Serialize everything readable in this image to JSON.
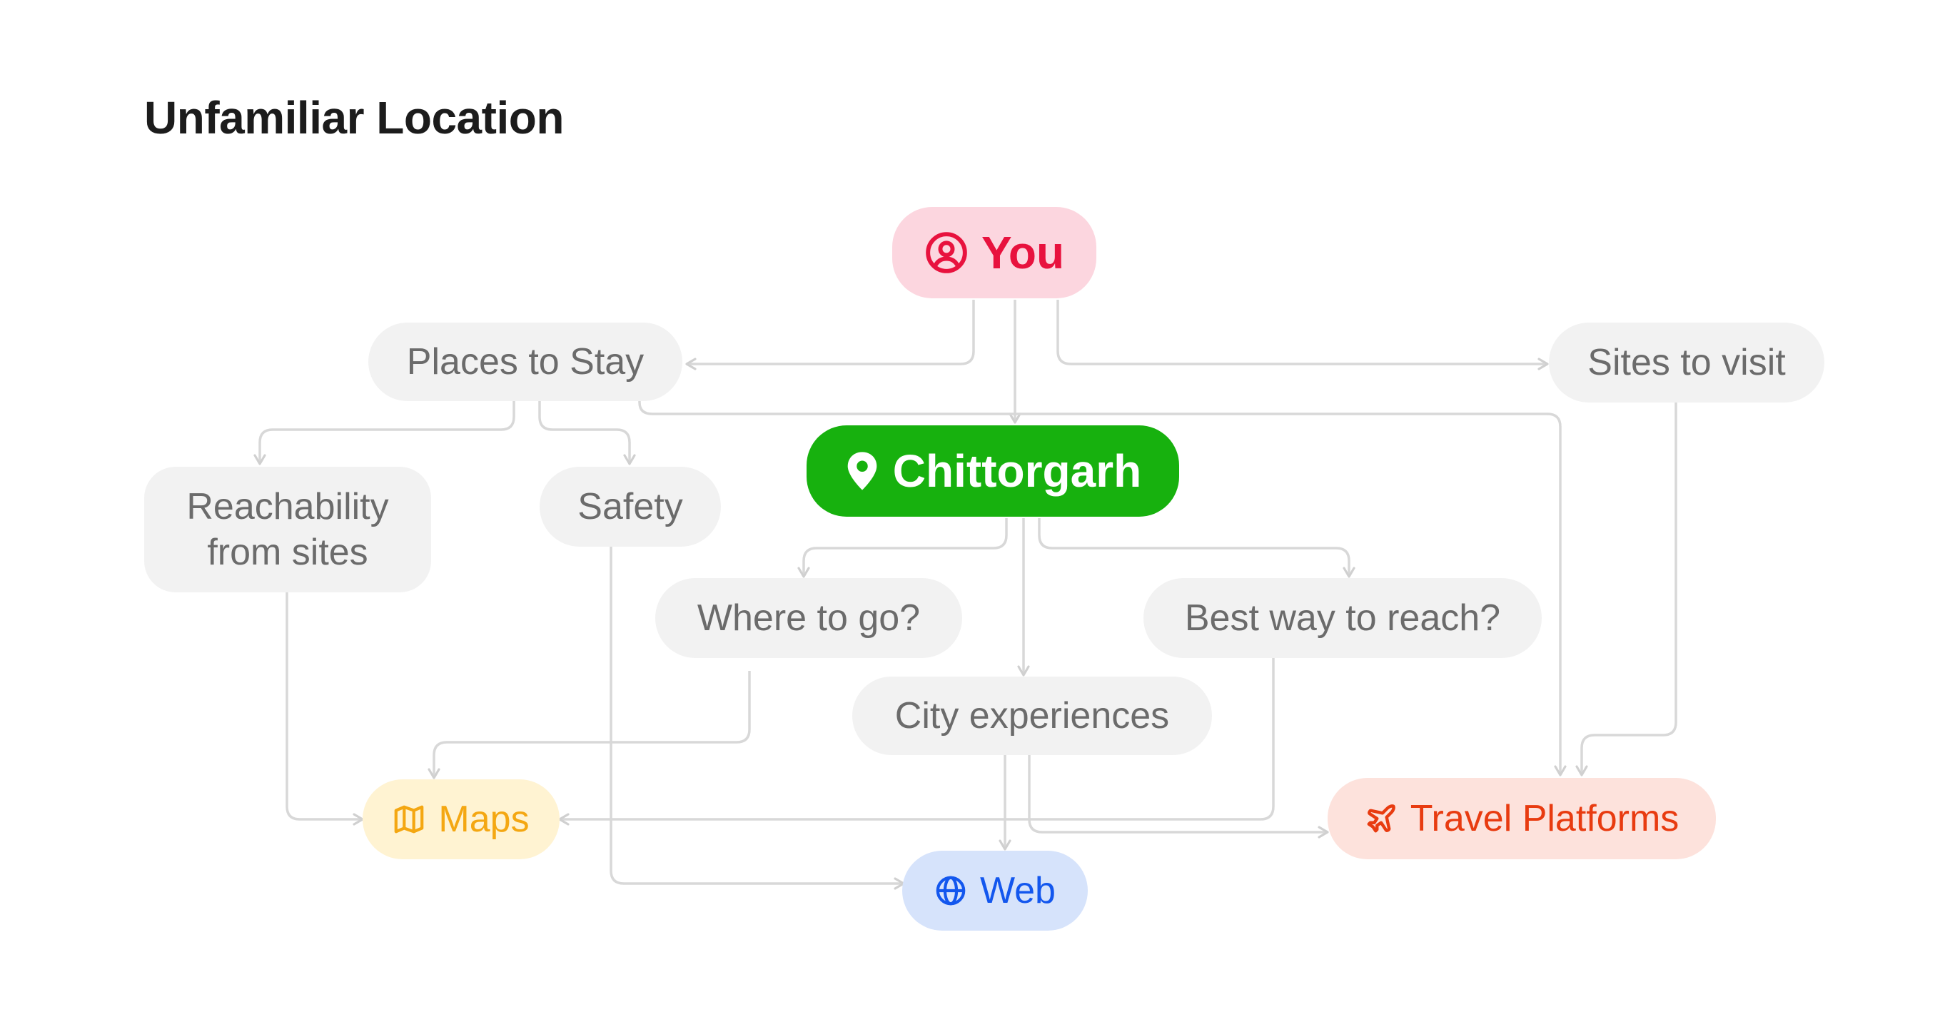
{
  "title": "Unfamiliar Location",
  "nodes": {
    "you": "You",
    "places_to_stay": "Places to Stay",
    "sites_to_visit": "Sites to visit",
    "chittorgarh": "Chittorgarh",
    "reachability": "Reachability from sites",
    "safety": "Safety",
    "where_to_go": "Where to go?",
    "best_way": "Best way to reach?",
    "city_experiences": "City experiences",
    "maps": "Maps",
    "travel_platforms": "Travel Platforms",
    "web": "Web"
  },
  "icons": {
    "you": "user-circle-icon",
    "chittorgarh": "map-pin-icon",
    "maps": "map-icon",
    "web": "globe-icon",
    "travel_platforms": "airplane-icon"
  },
  "colors": {
    "you": "#e8123e",
    "chittorgarh": "#17b10e",
    "maps": "#f4a712",
    "web": "#1357ee",
    "travel_platforms": "#e83b10",
    "neutral": "#6b6b6b"
  },
  "edges": [
    [
      "you",
      "places_to_stay"
    ],
    [
      "you",
      "chittorgarh"
    ],
    [
      "you",
      "sites_to_visit"
    ],
    [
      "places_to_stay",
      "reachability"
    ],
    [
      "places_to_stay",
      "safety"
    ],
    [
      "places_to_stay",
      "travel_platforms"
    ],
    [
      "sites_to_visit",
      "travel_platforms"
    ],
    [
      "chittorgarh",
      "where_to_go"
    ],
    [
      "chittorgarh",
      "best_way"
    ],
    [
      "chittorgarh",
      "city_experiences"
    ],
    [
      "reachability",
      "maps"
    ],
    [
      "safety",
      "web"
    ],
    [
      "where_to_go",
      "maps"
    ],
    [
      "city_experiences",
      "web"
    ],
    [
      "city_experiences",
      "travel_platforms"
    ],
    [
      "best_way",
      "maps"
    ]
  ]
}
